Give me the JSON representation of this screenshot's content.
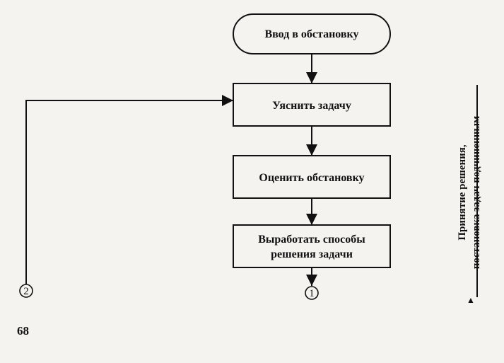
{
  "nodes": {
    "enter": "Ввод в обстановку",
    "clarify": "Уяснить задачу",
    "assess": "Оценить обстановку",
    "develop_1": "Выработать способы",
    "develop_2": "решения задачи"
  },
  "connectors": {
    "left": "2",
    "bottom": "1"
  },
  "side_label": {
    "line_1": "Принятие решения,",
    "line_2": "постановка задач подчиненным",
    "arrow": "▲"
  },
  "page_number": "68"
}
